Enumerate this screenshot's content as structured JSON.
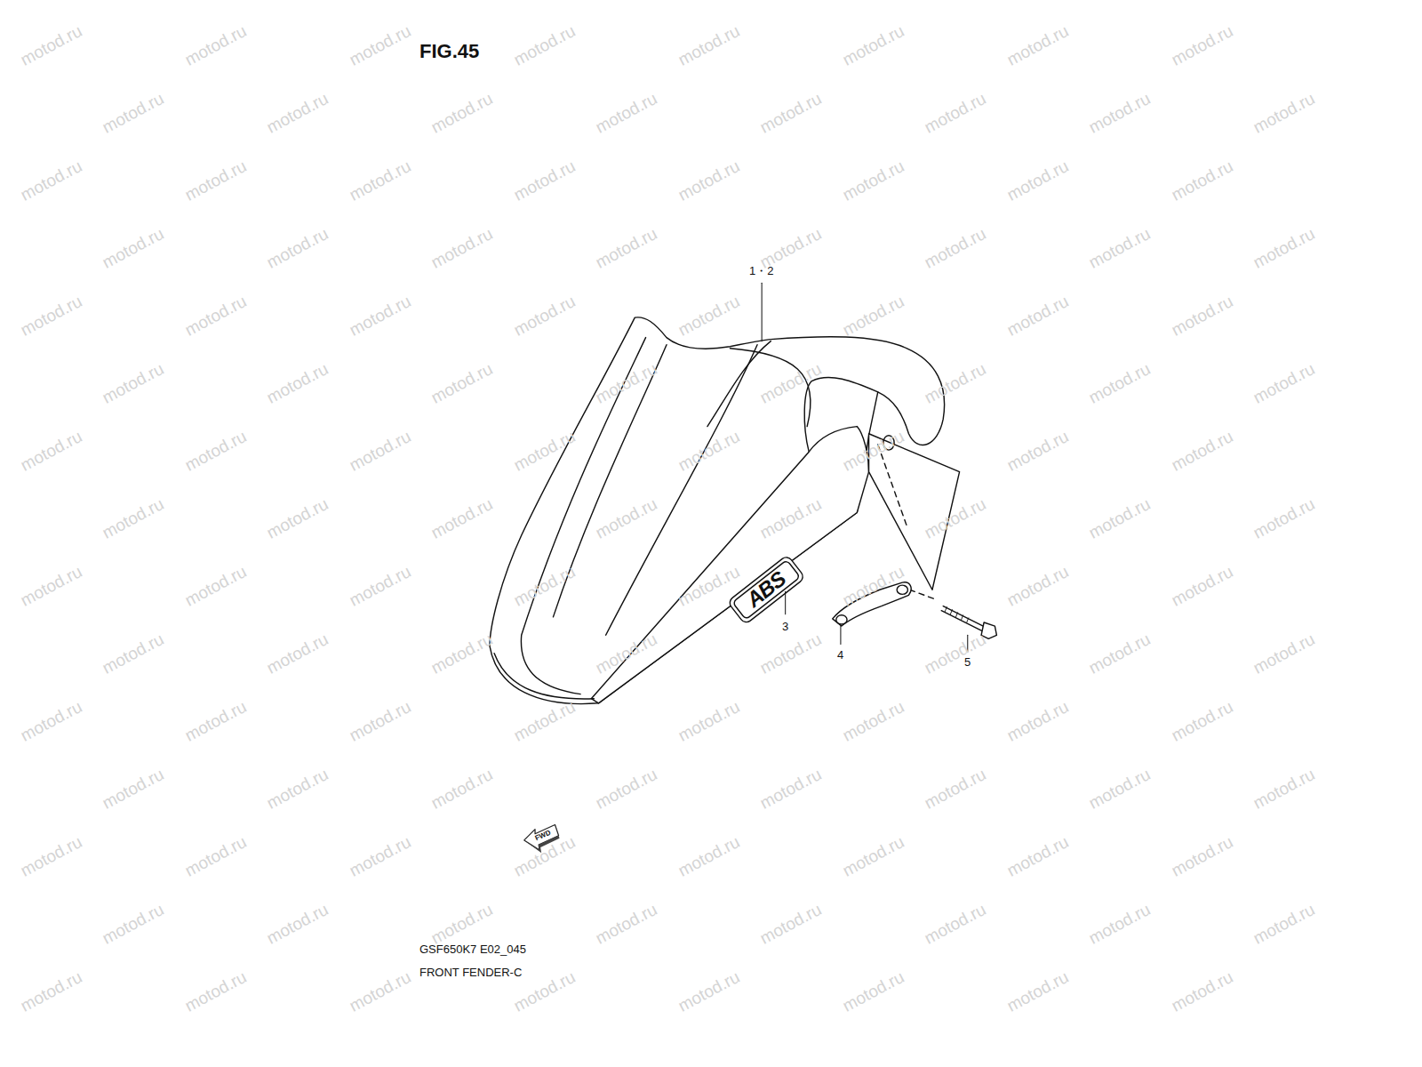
{
  "diagram": {
    "title": "FIG.45",
    "labels": [
      "1・2",
      "3",
      "4",
      "5",
      "FWD",
      "ABS",
      "GSF650K7 E02_045",
      "FRONT FENDER-C",
      "motod.ru",
      "motod.ru",
      "motod.ru",
      "motod.ru",
      "motod.ru",
      "motod.ru",
      "motod.ru",
      "motod.ru",
      "motod.ru",
      "motod.ru",
      "motod.ru",
      "motod.ru",
      "motod.ru",
      "motod.ru",
      "motod.ru",
      "motod.ru",
      "motod.ru",
      "motod.ru",
      "motod.ru",
      "motod.ru",
      "motod.ru",
      "motod.ru",
      "motod.ru",
      "motod.ru",
      "motod.ru",
      "motod.ru",
      "motod.ru",
      "motod.ru",
      "motod.ru",
      "motod.ru",
      "motod.ru",
      "motod.ru",
      "motod.ru",
      "motod.ru",
      "motod.ru",
      "motod.ru",
      "motod.ru",
      "motod.ru",
      "motod.ru",
      "motod.ru",
      "motod.ru",
      "motod.ru",
      "motod.ru",
      "motod.ru",
      "motod.ru",
      "motod.ru",
      "motod.ru",
      "motod.ru",
      "motod.ru",
      "motod.ru",
      "motod.ru",
      "motod.ru",
      "motod.ru",
      "motod.ru",
      "motod.ru",
      "motod.ru",
      "motod.ru",
      "motod.ru",
      "motod.ru",
      "motod.ru",
      "motod.ru",
      "motod.ru",
      "motod.ru",
      "motod.ru",
      "motod.ru",
      "motod.ru",
      "motod.ru",
      "motod.ru",
      "motod.ru",
      "motod.ru",
      "motod.ru",
      "motod.ru",
      "motod.ru",
      "motod.ru",
      "motod.ru",
      "motod.ru",
      "motod.ru",
      "motod.ru",
      "motod.ru",
      "motod.ru",
      "motod.ru",
      "motod.ru",
      "motod.ru",
      "motod.ru",
      "motod.ru",
      "motod.ru",
      "motod.ru",
      "motod.ru",
      "motod.ru",
      "motod.ru",
      "motod.ru",
      "motod.ru",
      "motod.ru",
      "motod.ru",
      "motod.ru",
      "motod.ru",
      "motod.ru",
      "motod.ru",
      "motod.ru",
      "motod.ru",
      "motod.ru",
      "motod.ru",
      "motod.ru",
      "motod.ru",
      "motod.ru",
      "motod.ru",
      "motod.ru",
      "motod.ru",
      "motod.ru",
      "motod.ru",
      "motod.ru",
      "motod.ru",
      "motod.ru",
      "motod.ru",
      "motod.ru",
      "motod.ru",
      "motod.ru",
      "motod.ru",
      "motod.ru",
      "motod.ru"
    ]
  }
}
